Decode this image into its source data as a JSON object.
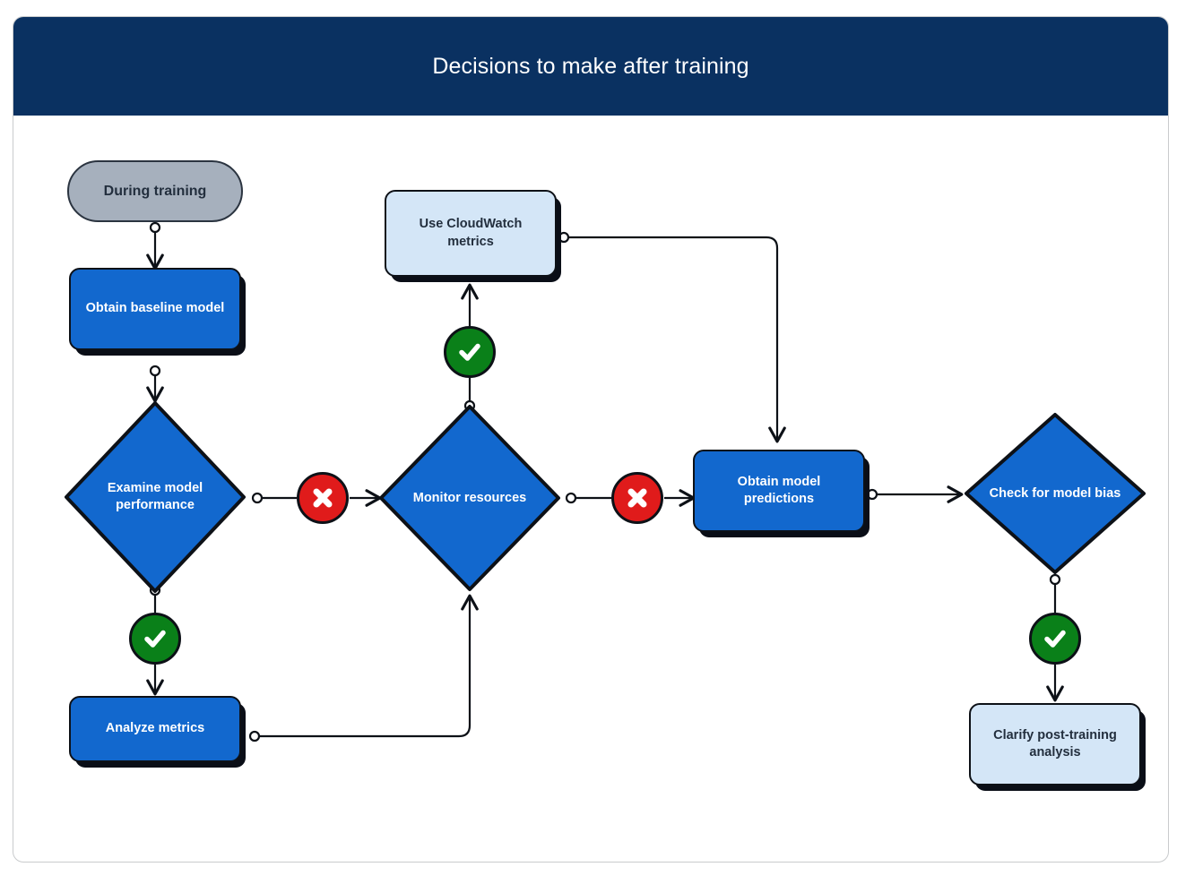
{
  "header": {
    "title": "Decisions to make after training",
    "bg_color": "#0a3161",
    "text_color": "#ffffff"
  },
  "colors": {
    "process_blue": "#1268ce",
    "light_blue": "#d4e6f7",
    "start_gray": "#a6b0bd",
    "no_red": "#e01b1b",
    "yes_green": "#0a8019",
    "stroke": "#0d1117",
    "card_border": "#c9cbcd",
    "dark_text": "#232f3e"
  },
  "diagram": {
    "type": "flowchart",
    "nodes": [
      {
        "id": "during-training",
        "label": "During training",
        "shape": "stadium",
        "style": "start-gray"
      },
      {
        "id": "obtain-baseline",
        "label": "Obtain baseline model",
        "shape": "rectangle",
        "style": "process-blue"
      },
      {
        "id": "examine-performance",
        "label": "Examine model performance",
        "shape": "diamond",
        "style": "decision-blue"
      },
      {
        "id": "analyze-metrics",
        "label": "Analyze metrics",
        "shape": "rectangle",
        "style": "process-blue"
      },
      {
        "id": "use-cloudwatch",
        "label": "Use CloudWatch metrics",
        "shape": "rectangle",
        "style": "light-blue"
      },
      {
        "id": "monitor-resources",
        "label": "Monitor resources",
        "shape": "diamond",
        "style": "decision-blue"
      },
      {
        "id": "obtain-predictions",
        "label": "Obtain model predictions",
        "shape": "rectangle",
        "style": "process-blue"
      },
      {
        "id": "check-bias",
        "label": "Check for model bias",
        "shape": "diamond",
        "style": "decision-blue"
      },
      {
        "id": "clarify-analysis",
        "label": "Clarify post-training analysis",
        "shape": "rectangle",
        "style": "light-blue"
      }
    ],
    "badges": [
      {
        "id": "badge-no-1",
        "icon": "cross-icon",
        "meaning": "no",
        "on_edge": "examine-performance -> monitor-resources"
      },
      {
        "id": "badge-yes-1",
        "icon": "check-icon",
        "meaning": "yes",
        "on_edge": "examine-performance -> analyze-metrics"
      },
      {
        "id": "badge-yes-2",
        "icon": "check-icon",
        "meaning": "yes",
        "on_edge": "monitor-resources -> use-cloudwatch"
      },
      {
        "id": "badge-no-2",
        "icon": "cross-icon",
        "meaning": "no",
        "on_edge": "monitor-resources -> obtain-predictions"
      },
      {
        "id": "badge-yes-3",
        "icon": "check-icon",
        "meaning": "yes",
        "on_edge": "check-bias -> clarify-analysis"
      }
    ],
    "edges": [
      {
        "from": "during-training",
        "to": "obtain-baseline"
      },
      {
        "from": "obtain-baseline",
        "to": "examine-performance"
      },
      {
        "from": "examine-performance",
        "to": "monitor-resources",
        "marker": "cross-icon"
      },
      {
        "from": "examine-performance",
        "to": "analyze-metrics",
        "marker": "check-icon"
      },
      {
        "from": "analyze-metrics",
        "to": "monitor-resources"
      },
      {
        "from": "monitor-resources",
        "to": "use-cloudwatch",
        "marker": "check-icon"
      },
      {
        "from": "monitor-resources",
        "to": "obtain-predictions",
        "marker": "cross-icon"
      },
      {
        "from": "use-cloudwatch",
        "to": "obtain-predictions"
      },
      {
        "from": "obtain-predictions",
        "to": "check-bias"
      },
      {
        "from": "check-bias",
        "to": "clarify-analysis",
        "marker": "check-icon"
      }
    ]
  }
}
